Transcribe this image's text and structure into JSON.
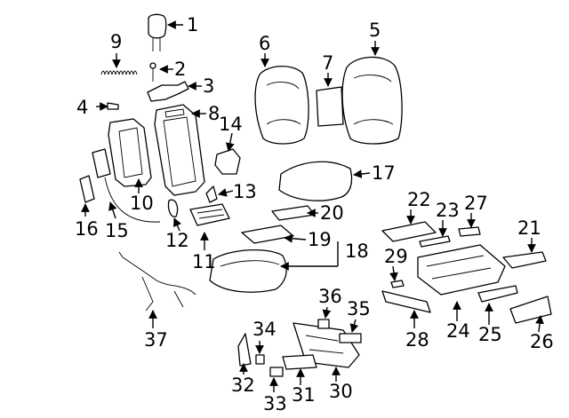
{
  "diagram": {
    "callouts": [
      "1",
      "2",
      "3",
      "4",
      "5",
      "6",
      "7",
      "8",
      "9",
      "10",
      "11",
      "12",
      "13",
      "14",
      "15",
      "16",
      "17",
      "18",
      "19",
      "20",
      "21",
      "22",
      "23",
      "24",
      "25",
      "26",
      "27",
      "28",
      "29",
      "30",
      "31",
      "32",
      "33",
      "34",
      "35",
      "36",
      "37"
    ]
  }
}
